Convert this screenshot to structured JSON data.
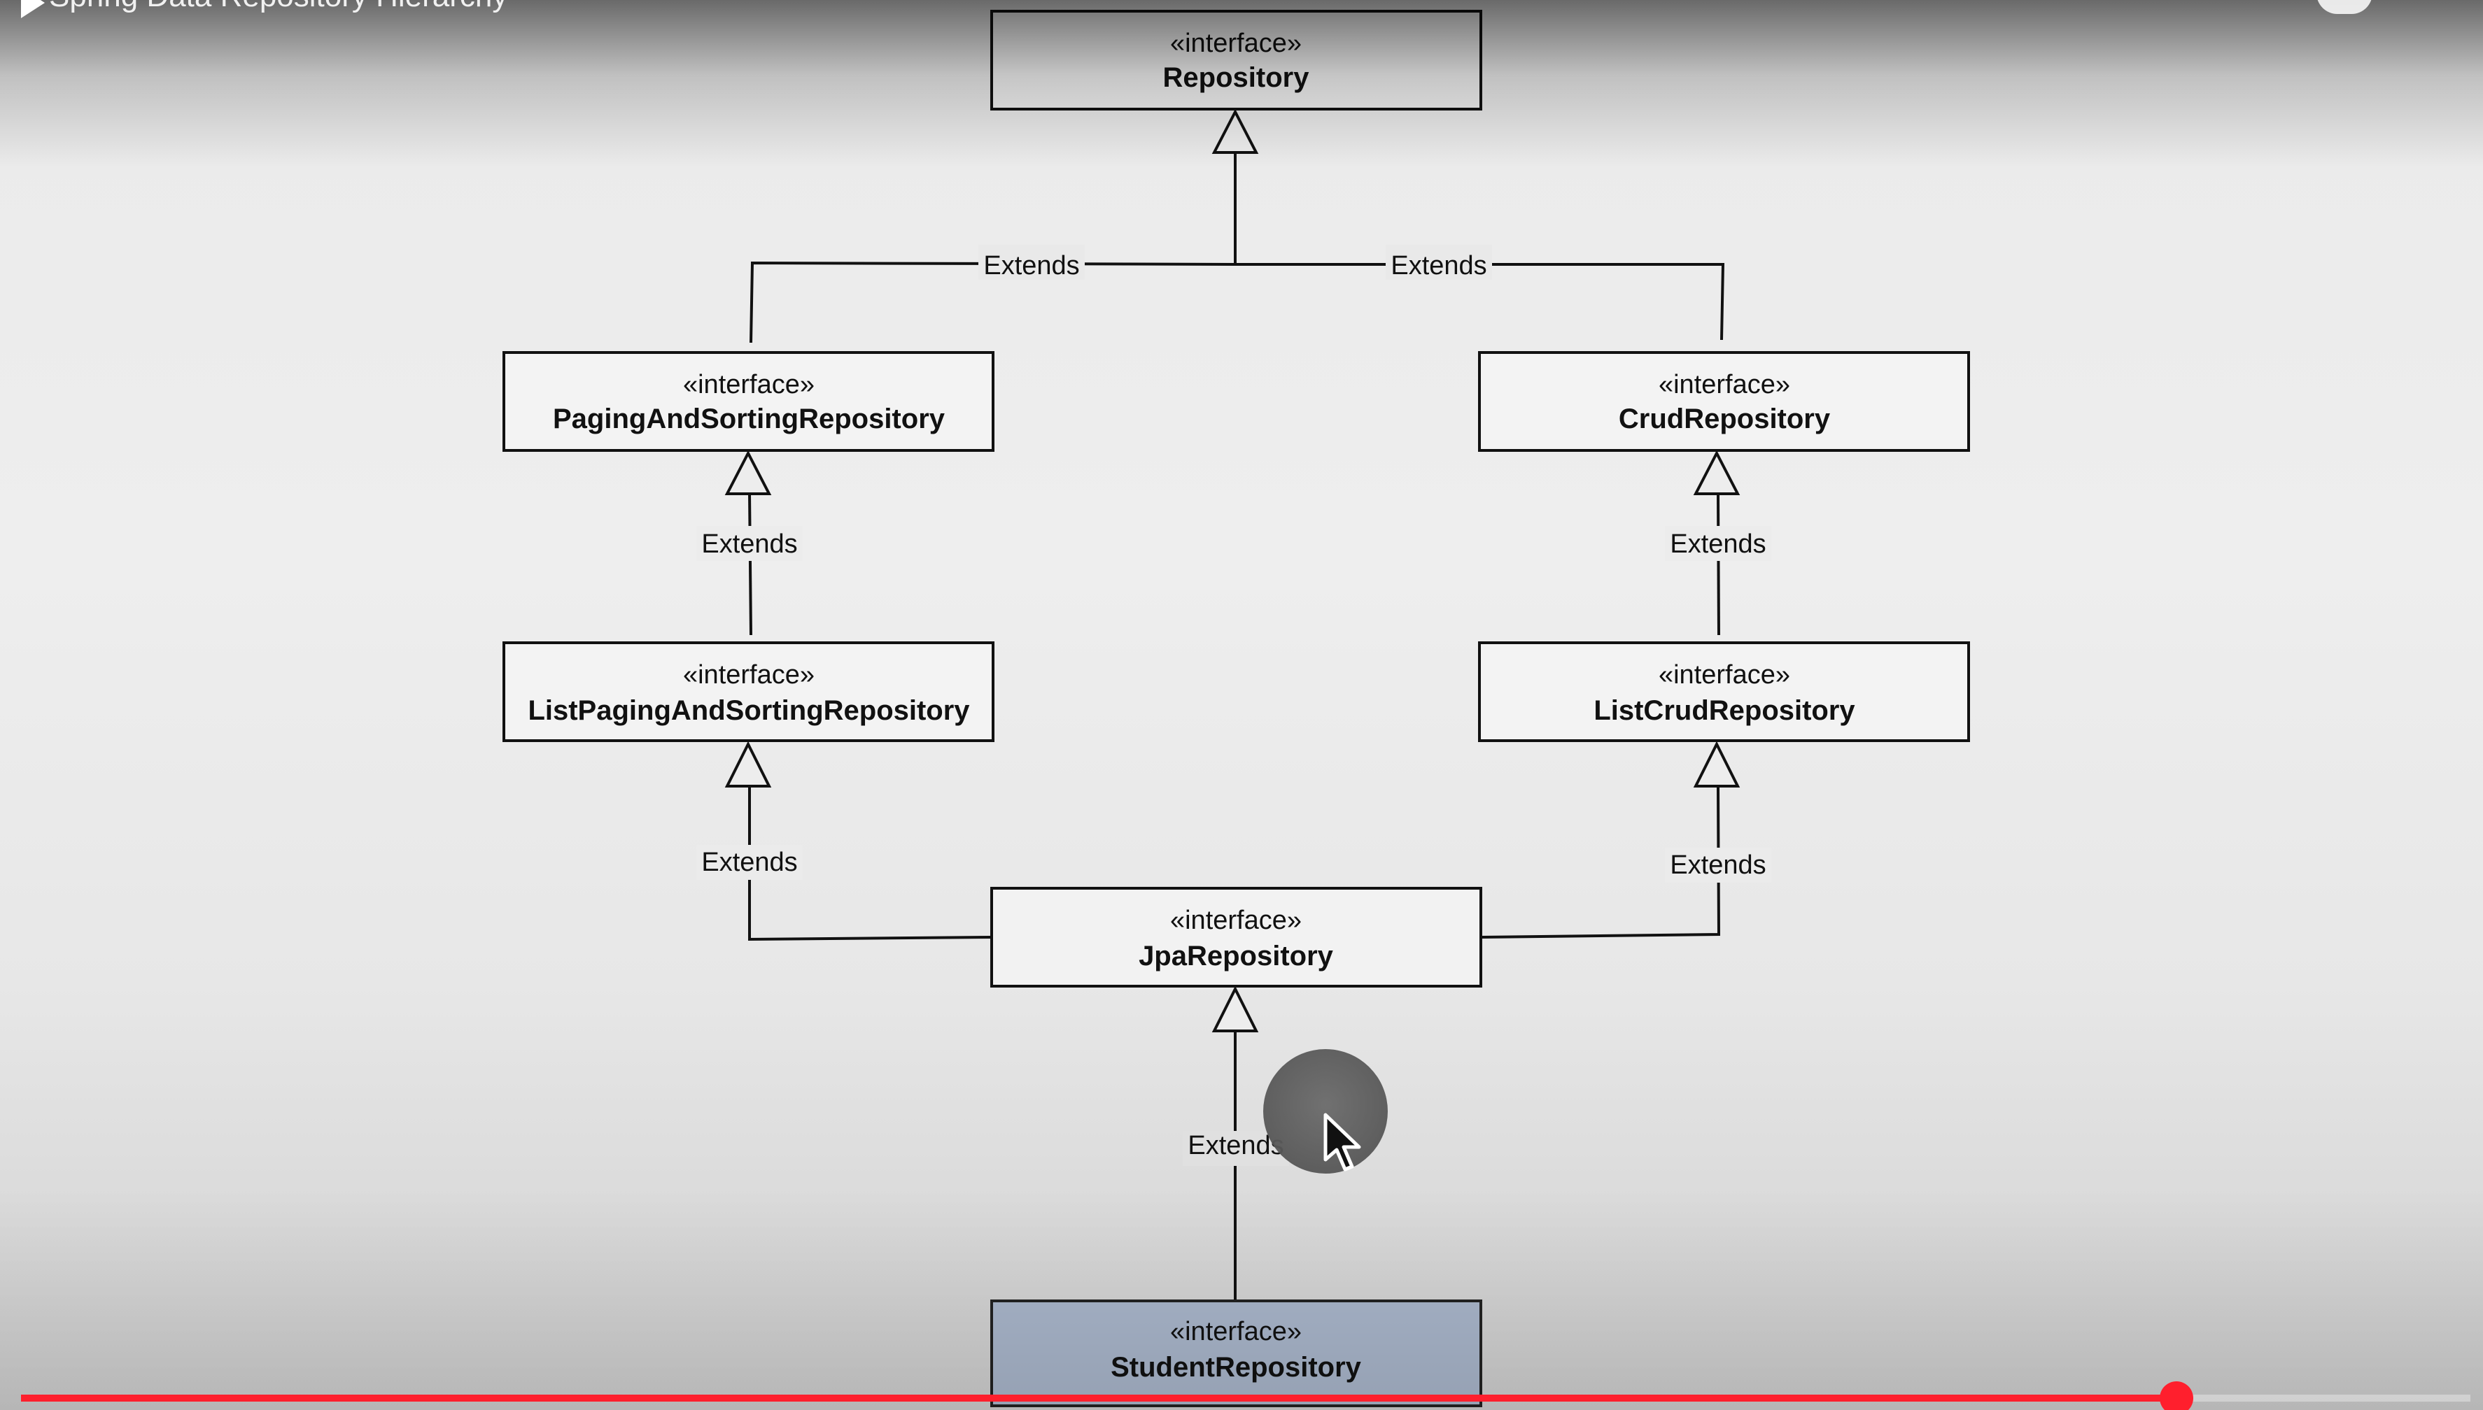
{
  "video": {
    "title_fragment": "Spring Data Repository Hierarchy",
    "progress_fraction": 0.88
  },
  "diagram": {
    "stereotype": "«interface»",
    "edge_label": "Extends",
    "nodes": {
      "repository": "Repository",
      "paging": "PagingAndSortingRepository",
      "crud": "CrudRepository",
      "list_paging": "ListPagingAndSortingRepository",
      "list_crud": "ListCrudRepository",
      "jpa": "JpaRepository",
      "student": "StudentRepository"
    },
    "colors": {
      "node_fill": "#f2f2f2",
      "highlight_fill": "#a9b6cc",
      "line": "#111111"
    }
  }
}
